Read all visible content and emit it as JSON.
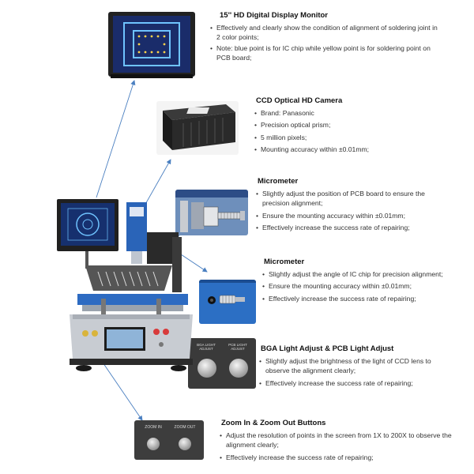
{
  "sections": [
    {
      "title": "15'' HD Digital Display Monitor",
      "bullets": [
        "Effectively and clearly show the condition of alignment of soldering joint in 2 color points;",
        "Note: blue point is for IC chip while yellow point is for soldering point on PCB board;"
      ]
    },
    {
      "title": "CCD Optical HD Camera",
      "bullets": [
        "Brand: Panasonic",
        "Precision optical prism;",
        "5 million pixels;",
        "Mounting accuracy within  ±0.01mm;"
      ]
    },
    {
      "title": "Micrometer",
      "bullets": [
        "Slightly adjust the position of PCB board to ensure the precision alignment;",
        "Ensure the mounting accuracy within  ±0.01mm;",
        "Effectively increase the success rate of repairing;"
      ]
    },
    {
      "title": "Micrometer",
      "bullets": [
        "Slightly adjust the angle of IC chip for precision alignment;",
        "Ensure the mounting accuracy within ±0.01mm;",
        "Effectively increase the success rate of repairing;"
      ]
    },
    {
      "title": "BGA Light Adjust & PCB Light Adjust",
      "bullets": [
        "Slightly adjust the brightness of the light of CCD lens to observe the alignment clearly;",
        "Effectively increase the success rate of repairing;"
      ]
    },
    {
      "title": "Zoom In & Zoom Out Buttons",
      "bullets": [
        "Adjust the resolution of points in the screen from 1X to 200X to observe the alignment clearly;",
        "Effectively increase the success rate of repairing;"
      ]
    }
  ],
  "thumb_labels": {
    "light_bga": "BGA LIGHT ADJUST",
    "light_pcb": "PCB LIGHT ADJUST",
    "zoom_in": "ZOOM IN",
    "zoom_out": "ZOOM OUT"
  },
  "colors": {
    "arrow": "#4a7fc0",
    "panel_blue": "#1f5fb0",
    "machine_dark": "#2b2b2b"
  }
}
